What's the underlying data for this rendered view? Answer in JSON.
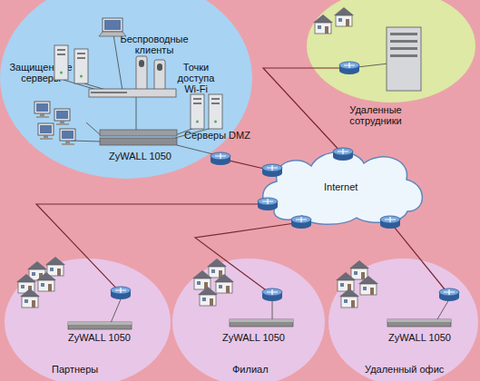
{
  "diagram": {
    "nodes": [
      {
        "text": [
          "Беспроводные клиенты",
          "Защищенные серверы",
          "Точки доступа Wi-Fi",
          "Серверы DMZ",
          "ZyWALL 1050"
        ]
      },
      {
        "text": [
          "Удаленные сотрудники"
        ]
      },
      {
        "text": [
          "Internet"
        ]
      },
      {
        "text": [
          "ZyWALL 1050",
          "Партнеры"
        ]
      },
      {
        "text": [
          "ZyWALL 1050",
          "Филиал"
        ]
      },
      {
        "text": [
          "ZyWALL 1050",
          "Удаленный офис"
        ]
      }
    ],
    "edges": [
      {
        "from": 0,
        "to": 2,
        "arrow": "none"
      },
      {
        "from": 1,
        "to": 2,
        "arrow": "none"
      },
      {
        "from": 3,
        "to": 2,
        "arrow": "none"
      },
      {
        "from": 4,
        "to": 2,
        "arrow": "none"
      },
      {
        "from": 5,
        "to": 2,
        "arrow": "none"
      }
    ]
  }
}
